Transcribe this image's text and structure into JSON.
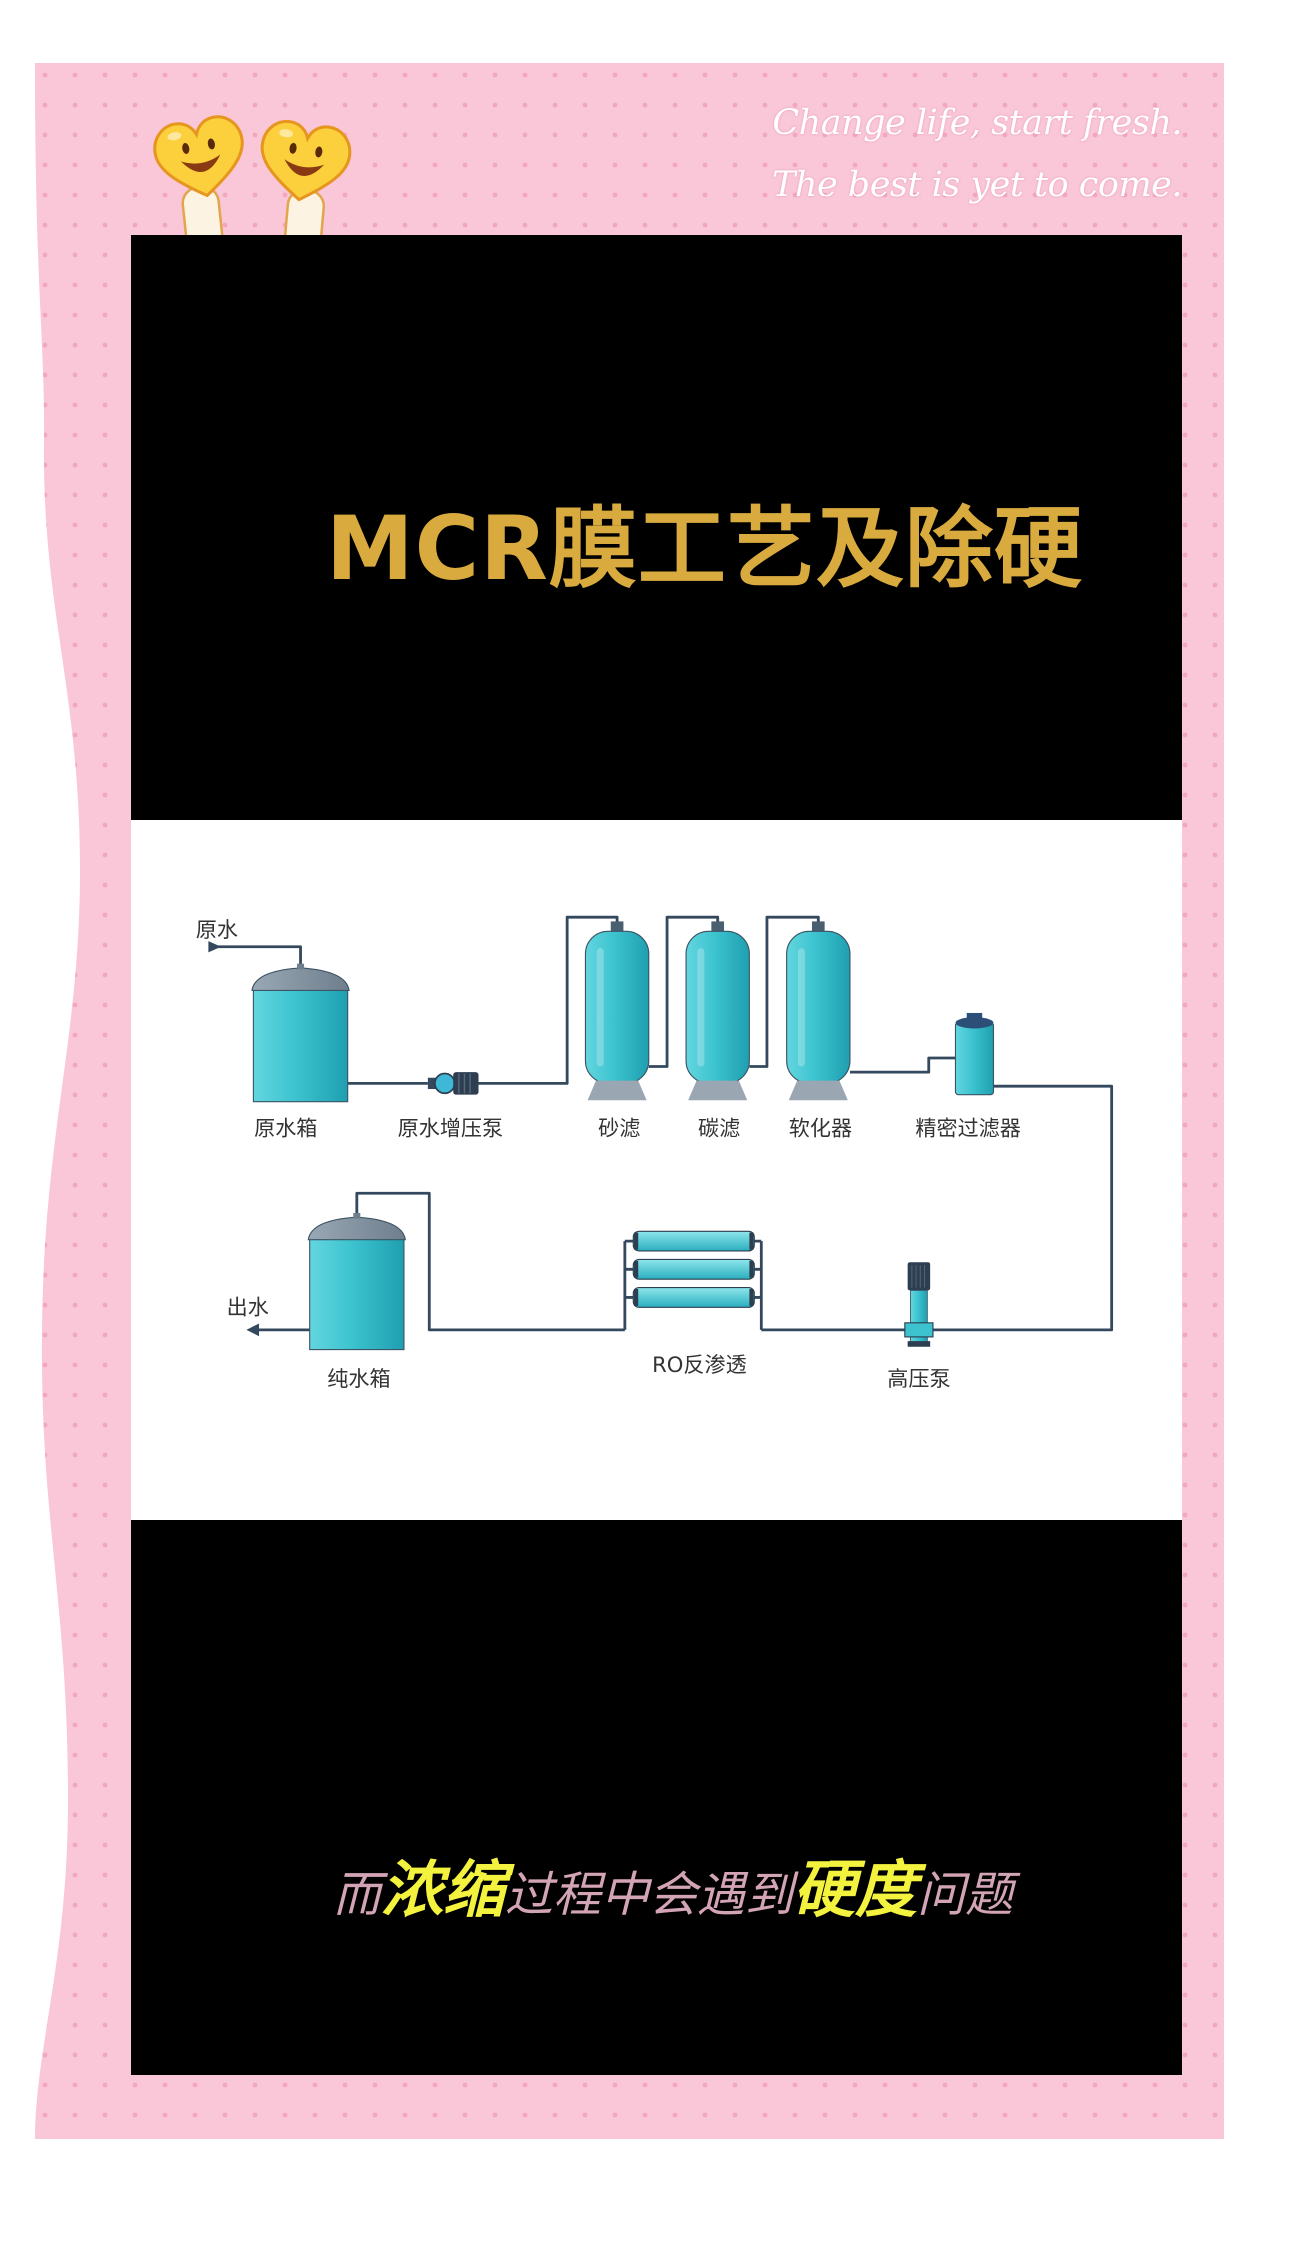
{
  "frame": {
    "script_line_1": "Change life, start fresh.",
    "script_line_2": "The best is yet to come.",
    "stickers": [
      {
        "icon": "smiley-heart-icon"
      },
      {
        "icon": "smiley-heart-icon"
      }
    ]
  },
  "video": {
    "title": "MCR膜工艺及除硬",
    "subtitle": [
      {
        "text": "而",
        "highlight": false
      },
      {
        "text": "浓缩",
        "highlight": true
      },
      {
        "text": "过程中会遇到",
        "highlight": false
      },
      {
        "text": "硬度",
        "highlight": true
      },
      {
        "text": "问题",
        "highlight": false
      }
    ]
  },
  "diagram": {
    "inlet_label": "原水",
    "outlet_label": "出水",
    "nodes": [
      {
        "label": "原水箱"
      },
      {
        "label": "原水增压泵"
      },
      {
        "label": "砂滤"
      },
      {
        "label": "碳滤"
      },
      {
        "label": "软化器"
      },
      {
        "label": "精密过滤器"
      },
      {
        "label": "高压泵"
      },
      {
        "label": "RO反渗透"
      },
      {
        "label": "纯水箱"
      }
    ]
  },
  "colors": {
    "frame_pink": "#f9c7d7",
    "frame_dots": "#f2a6bf",
    "video_background": "#000000",
    "title": "#d9ab3f",
    "subtitle_normal": "#d3a4b6",
    "subtitle_highlight": "#f3f33f",
    "tank_teal": "#3cc3cf",
    "pipe": "#34495e"
  }
}
